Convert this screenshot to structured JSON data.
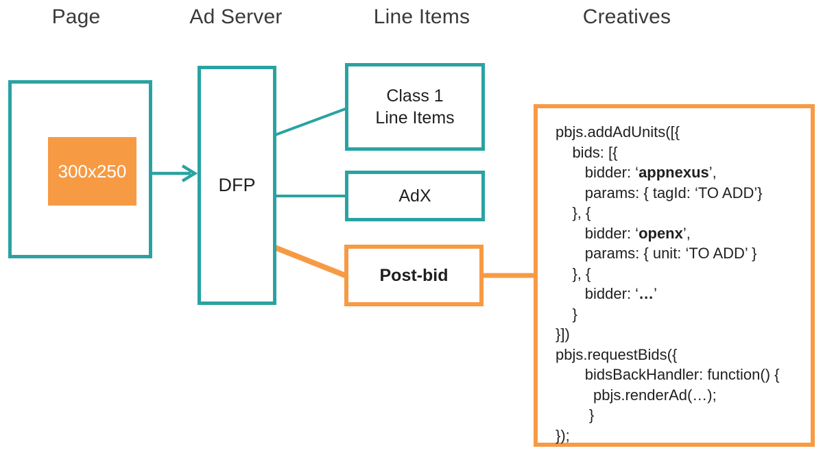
{
  "colors": {
    "teal": "#2AA2A2",
    "orange": "#F79A44",
    "heading_text": "#3A3A3A",
    "body_text": "#1F1F1F",
    "ad_slot_text": "#FFFFFF"
  },
  "headers": {
    "page": "Page",
    "ad_server": "Ad Server",
    "line_items": "Line Items",
    "creatives": "Creatives"
  },
  "nodes": {
    "ad_slot": "300x250",
    "dfp": "DFP",
    "class1_line1": "Class 1",
    "class1_line2": "Line Items",
    "adx": "AdX",
    "postbid": "Post-bid"
  },
  "creatives_code": {
    "lines": [
      {
        "seg": [
          {
            "t": "pbjs.addAdUnits([{"
          }
        ]
      },
      {
        "seg": [
          {
            "t": "    bids: [{"
          }
        ]
      },
      {
        "seg": [
          {
            "t": "       bidder: ‘"
          },
          {
            "t": "appnexus",
            "b": true
          },
          {
            "t": "’,"
          }
        ]
      },
      {
        "seg": [
          {
            "t": "       params: { tagId: ‘TO ADD’}"
          }
        ]
      },
      {
        "seg": [
          {
            "t": "    }, {"
          }
        ]
      },
      {
        "seg": [
          {
            "t": "       bidder: ‘"
          },
          {
            "t": "openx",
            "b": true
          },
          {
            "t": "’,"
          }
        ]
      },
      {
        "seg": [
          {
            "t": "       params: { unit: ‘TO ADD’ }"
          }
        ]
      },
      {
        "seg": [
          {
            "t": "    }, {"
          }
        ]
      },
      {
        "seg": [
          {
            "t": "       bidder: ‘"
          },
          {
            "t": "…",
            "b": true
          },
          {
            "t": "’"
          }
        ]
      },
      {
        "seg": [
          {
            "t": "    }"
          }
        ]
      },
      {
        "seg": [
          {
            "t": "}])"
          }
        ]
      },
      {
        "seg": [
          {
            "t": "pbjs.requestBids({"
          }
        ]
      },
      {
        "seg": [
          {
            "t": "       bidsBackHandler: function() {"
          }
        ]
      },
      {
        "seg": [
          {
            "t": "         pbjs.renderAd(…);"
          }
        ]
      },
      {
        "seg": [
          {
            "t": "        }"
          }
        ]
      },
      {
        "seg": [
          {
            "t": "});"
          }
        ]
      }
    ]
  }
}
